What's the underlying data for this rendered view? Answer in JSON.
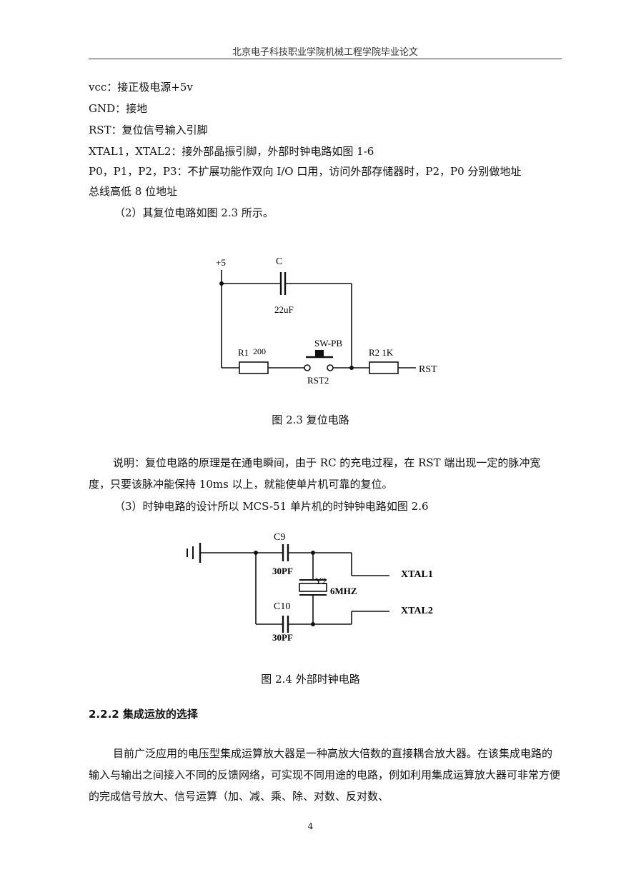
{
  "header": "北京电子科技职业学院机械工程学院毕业论文",
  "lines": [
    "vcc：接正极电源+5v",
    "GND：接地",
    "RST：复位信号输入引脚",
    "XTAL1，XTAL2：接外部晶振引脚，外部时钟电路如图 1-6",
    "P0，P1，P2，P3：不扩展功能作双向 I/O 口用，访问外部存储器时，P2，P0 分别做地址",
    "总线高低 8 位地址"
  ],
  "item2": "（2）其复位电路如图 2.3 所示。",
  "fig1": {
    "plus5": "+5",
    "c": "C",
    "c_value": "22uF",
    "sw": "SW-PB",
    "r1": "R1",
    "r1_value": "200",
    "rst2": "RST2",
    "r2": "R2 1K",
    "rst": "RST"
  },
  "caption1": "图 2.3 复位电路",
  "para1": "说明：复位电路的原理是在通电瞬间，由于 RC 的充电过程，在 RST 端出现一定的脉冲宽度，只要该脉冲能保持 10ms 以上，就能使单片机可靠的复位。",
  "item3": "（3）时钟电路的设计所以 MCS-51 单片机的时钟钟电路如图 2.6",
  "fig2": {
    "c9": "C9",
    "c9_value": "30PF",
    "y2": "Y2",
    "y2_value": "6MHZ",
    "xtal1": "XTAL1",
    "xtal2": "XTAL2",
    "c10": "C10",
    "c10_value": "30PF"
  },
  "caption2": "图 2.4 外部时钟电路",
  "section": "2.2.2 集成运放的选择",
  "para2": "目前广泛应用的电压型集成运算放大器是一种高放大倍数的直接耦合放大器。在该集成电路的输入与输出之间接入不同的反馈网络，可实现不同用途的电路，例如利用集成运算放大器可非常方便的完成信号放大、信号运算（加、减、乘、除、对数、反对数、",
  "page_number": "4"
}
